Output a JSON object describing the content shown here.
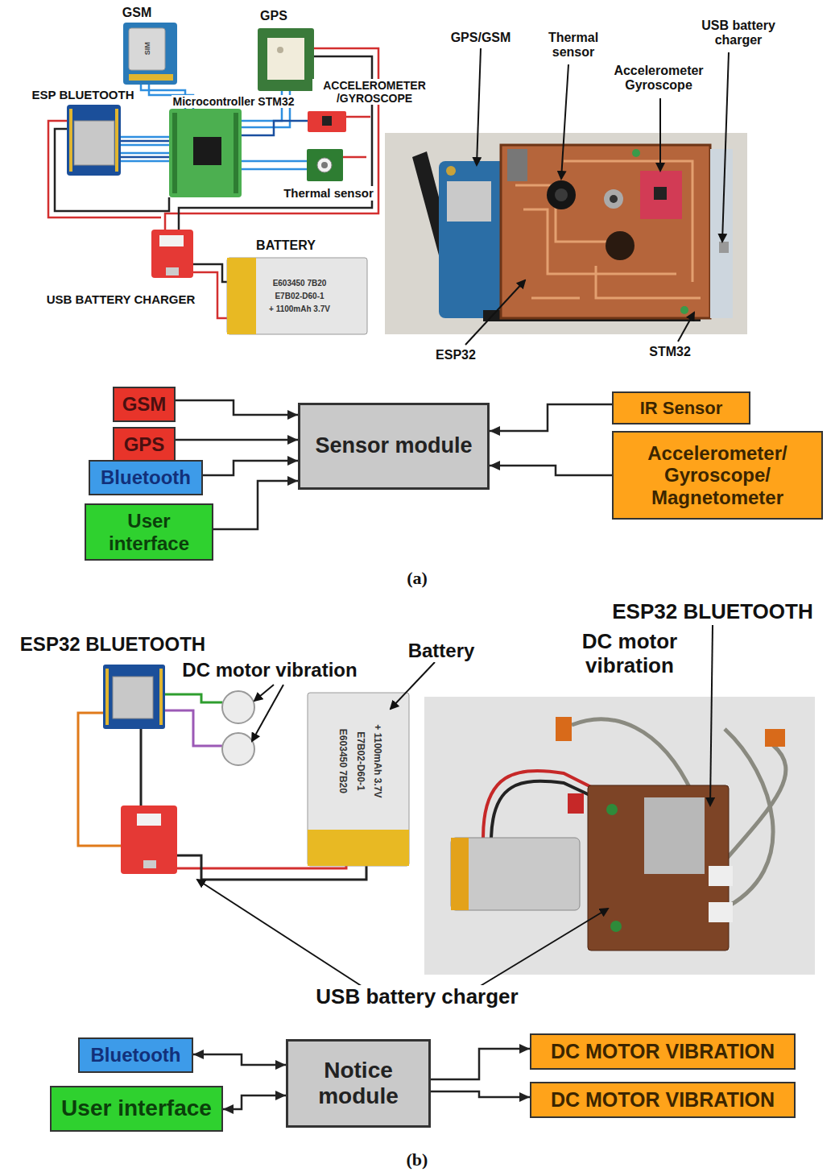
{
  "diagram": {
    "nodes": [
      {
        "text": [
          "GSM"
        ]
      },
      {
        "text": [
          "GPS"
        ]
      },
      {
        "text": [
          "Bluetooth"
        ]
      },
      {
        "text": [
          "User interface"
        ]
      },
      {
        "text": [
          "Sensor module"
        ]
      },
      {
        "text": [
          "IR Sensor"
        ]
      },
      {
        "text": [
          "Accelerometer/ Gyroscope/ Magnetometer"
        ]
      },
      {
        "text": [
          "Bluetooth"
        ]
      },
      {
        "text": [
          "User interface"
        ]
      },
      {
        "text": [
          "Notice module"
        ]
      },
      {
        "text": [
          "DC MOTOR VIBRATION"
        ]
      },
      {
        "text": [
          "DC MOTOR VIBRATION"
        ]
      }
    ],
    "edges": [
      {
        "from": 0,
        "to": 4,
        "arrow": "to"
      },
      {
        "from": 1,
        "to": 4,
        "arrow": "to"
      },
      {
        "from": 2,
        "to": 4,
        "arrow": "to"
      },
      {
        "from": 3,
        "to": 4,
        "arrow": "to"
      },
      {
        "from": 5,
        "to": 4,
        "arrow": "to"
      },
      {
        "from": 6,
        "to": 4,
        "arrow": "to"
      },
      {
        "from": 7,
        "to": 9,
        "arrow": "both"
      },
      {
        "from": 8,
        "to": 9,
        "arrow": "both"
      },
      {
        "from": 9,
        "to": 10,
        "arrow": "to"
      },
      {
        "from": 9,
        "to": 11,
        "arrow": "to"
      }
    ],
    "labels": [
      "GSM",
      "SIM",
      "GPS",
      "ESP BLUETOOTH",
      "Microcontroller STM32",
      "ACCELEROMETER /GYROSCOPE",
      "Thermal sensor",
      "BATTERY",
      "E603450 7B20",
      "E7B02-D60-1",
      "+ 1100mAh 3.7V",
      "USB BATTERY CHARGER",
      "GPS/GSM",
      "Thermal sensor",
      "Accelerometer Gyroscope",
      "USB battery charger",
      "ESP32",
      "STM32",
      "(a)",
      "ESP32 BLUETOOTH",
      "DC motor vibration",
      "Battery",
      "E603450 7B20",
      "E7B02-D60-1",
      "+ 1100mAh 3.7V",
      "DC motor vibration",
      "ESP32 BLUETOOTH",
      "USB battery charger",
      "(b)"
    ]
  }
}
